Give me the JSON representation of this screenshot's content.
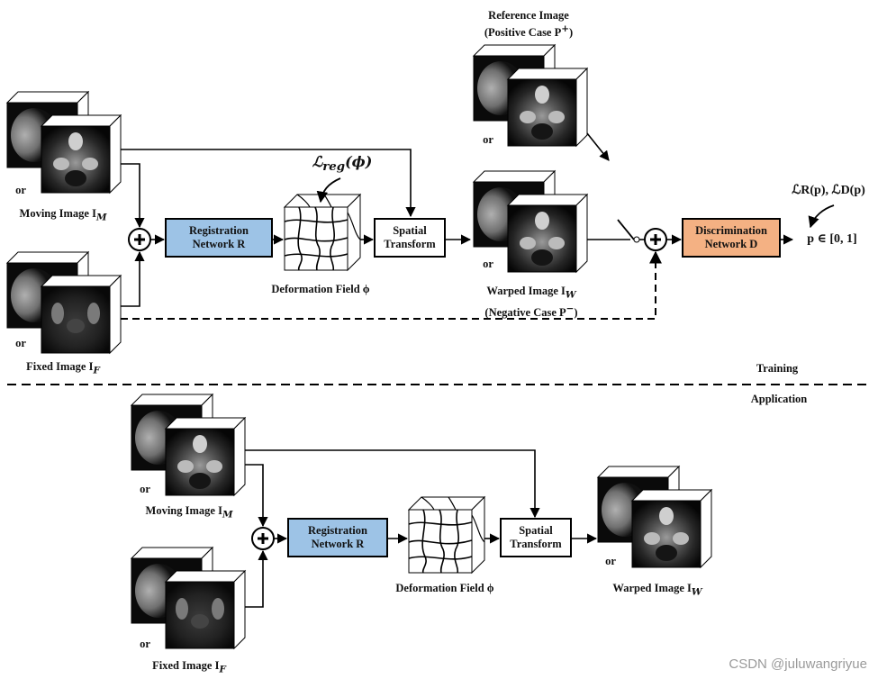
{
  "training": {
    "moving_or": "or",
    "moving_label": "Moving Image I",
    "moving_sub": "M",
    "fixed_or": "or",
    "fixed_label": "Fixed Image I",
    "fixed_sub": "F",
    "registration_line1": "Registration",
    "registration_line2": "Network R",
    "loss_reg": "ℒ",
    "loss_reg_sub": "reg",
    "loss_reg_arg": "(ϕ)",
    "deformation_label": "Deformation Field ϕ",
    "spatial_line1": "Spatial",
    "spatial_line2": "Transform",
    "reference_line1": "Reference Image",
    "reference_line2": "(Positive Case  P",
    "reference_sup": "+",
    "reference_close": ")",
    "reference_or": "or",
    "warped_or": "or",
    "warped_label": "Warped Image I",
    "warped_sub": "W",
    "negative_label": "(Negative Case  P",
    "negative_sup": "−",
    "negative_close": ")",
    "discrimination_line1": "Discrimination",
    "discrimination_line2": "Network D",
    "loss_rd": "ℒR(p), ℒD(p)",
    "output": "p ∈ [0, 1]",
    "section_label": "Training"
  },
  "application": {
    "section_label": "Application",
    "moving_or": "or",
    "moving_label": "Moving Image I",
    "moving_sub": "M",
    "fixed_or": "or",
    "fixed_label": "Fixed Image I",
    "fixed_sub": "F",
    "registration_line1": "Registration",
    "registration_line2": "Network R",
    "deformation_label": "Deformation Field ϕ",
    "spatial_line1": "Spatial",
    "spatial_line2": "Transform",
    "warped_or": "or",
    "warped_label": "Warped Image I",
    "warped_sub": "W"
  },
  "watermark": "CSDN @juluwangriyue",
  "colors": {
    "registration_fill": "#9dc3e6",
    "discrimination_fill": "#f4b183",
    "line": "#000000"
  }
}
